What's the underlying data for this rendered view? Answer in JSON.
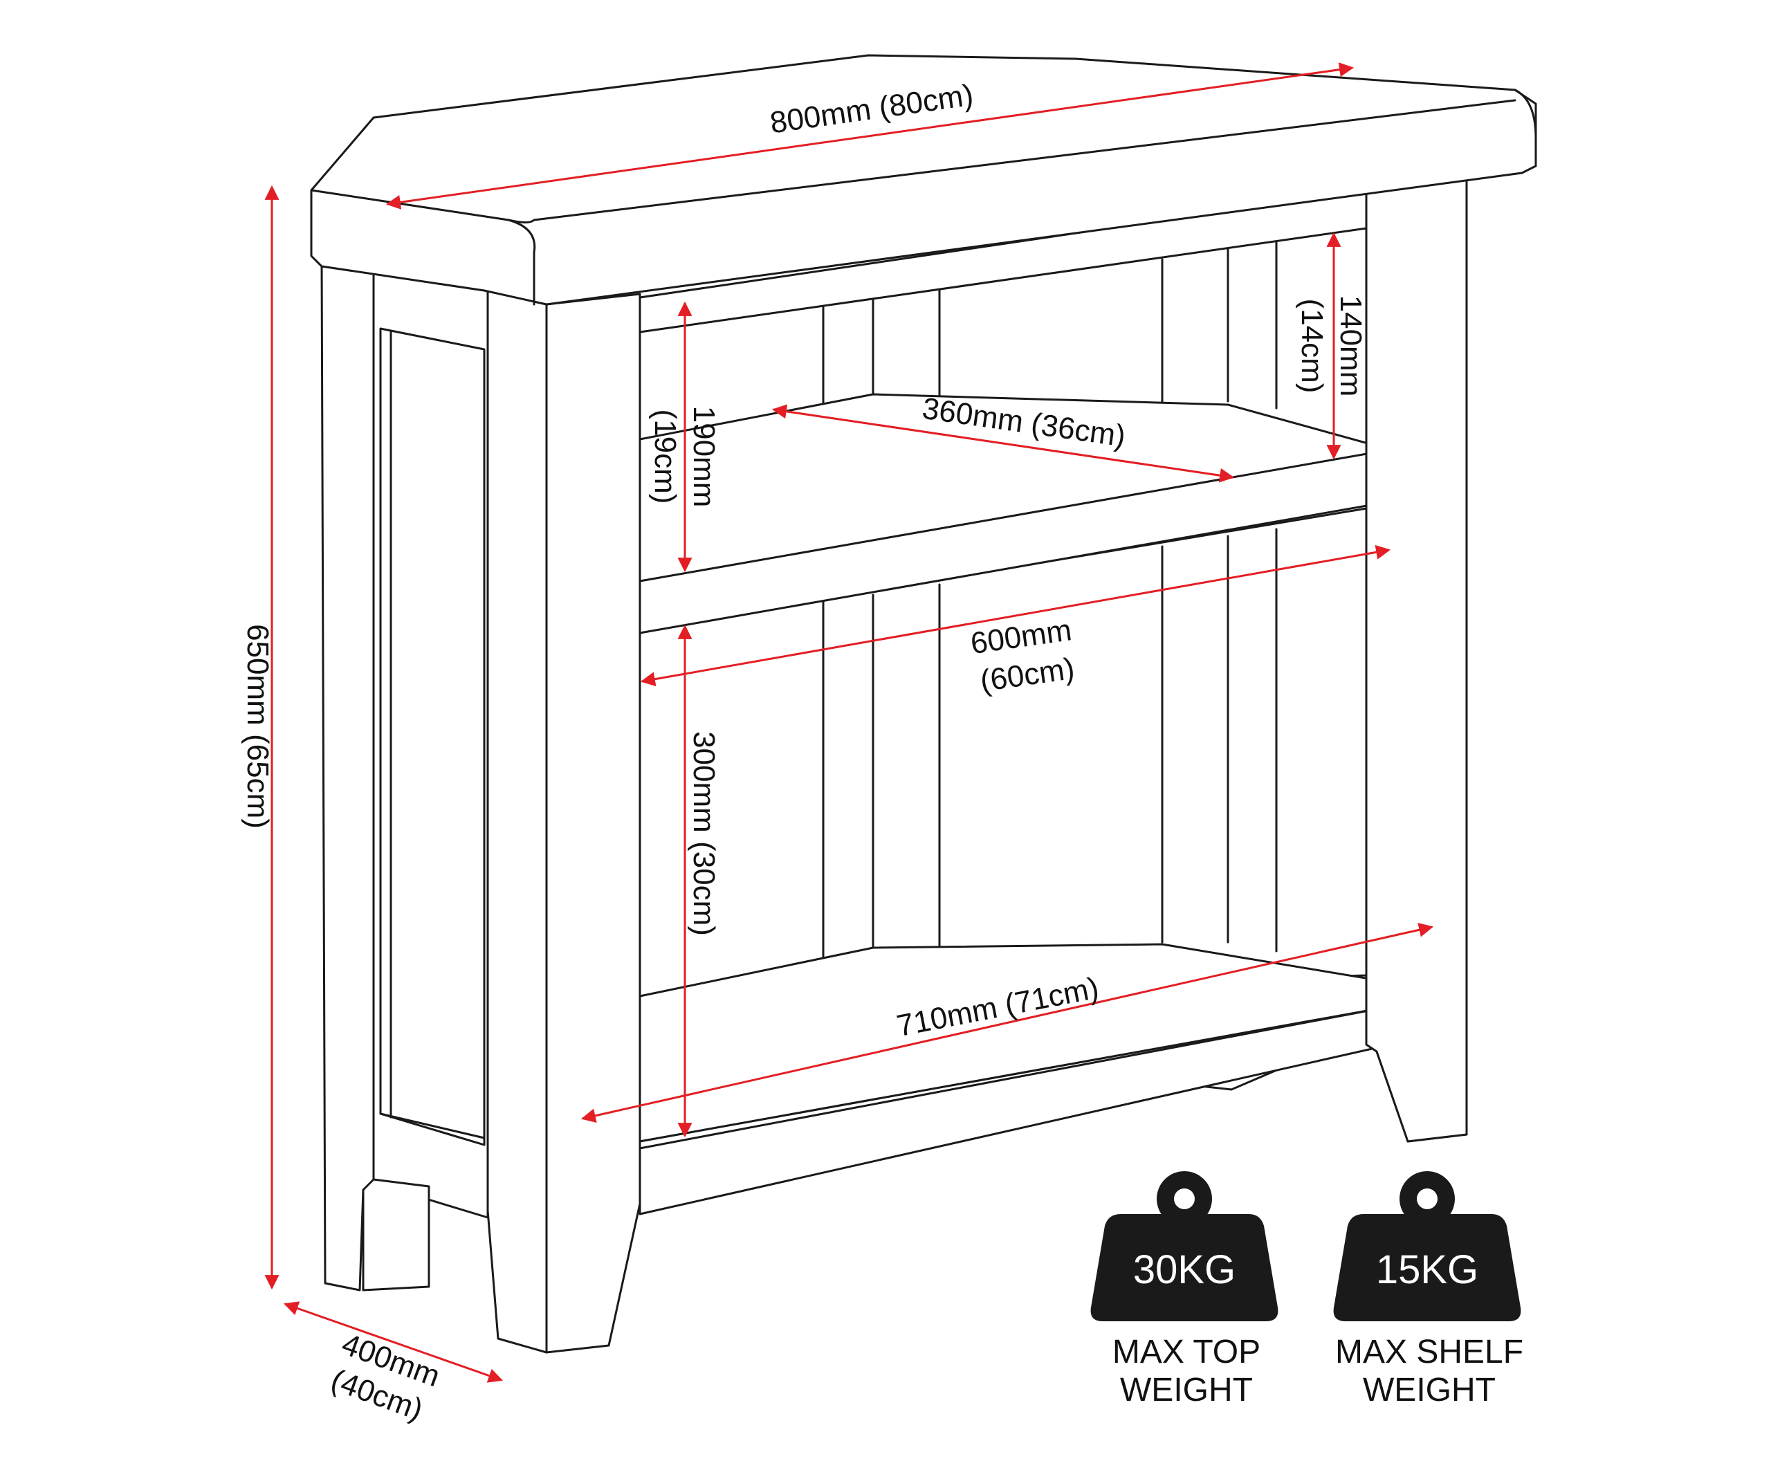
{
  "colors": {
    "dimension": "#e31e24",
    "outline": "#1a1a1a",
    "weight_badge": "#1a1a1a"
  },
  "dimensions": {
    "top_width": "800mm (80cm)",
    "total_height": "650mm (65cm)",
    "depth_line1": "400mm",
    "depth_line2": "(40cm)",
    "upper_gap_line1": "140mm",
    "upper_gap_line2": "(14cm)",
    "middle_gap_line1": "190mm",
    "middle_gap_line2": "(19cm)",
    "shelf_depth": "360mm (36cm)",
    "shelf_width_line1": "600mm",
    "shelf_width_line2": "(60cm)",
    "lower_gap": "300mm (30cm)",
    "base_width": "710mm (71cm)"
  },
  "weights": [
    {
      "value": "30KG",
      "caption_line1": "MAX TOP",
      "caption_line2": "WEIGHT",
      "icon": "weight-icon"
    },
    {
      "value": "15KG",
      "caption_line1": "MAX SHELF",
      "caption_line2": "WEIGHT",
      "icon": "weight-icon"
    }
  ]
}
